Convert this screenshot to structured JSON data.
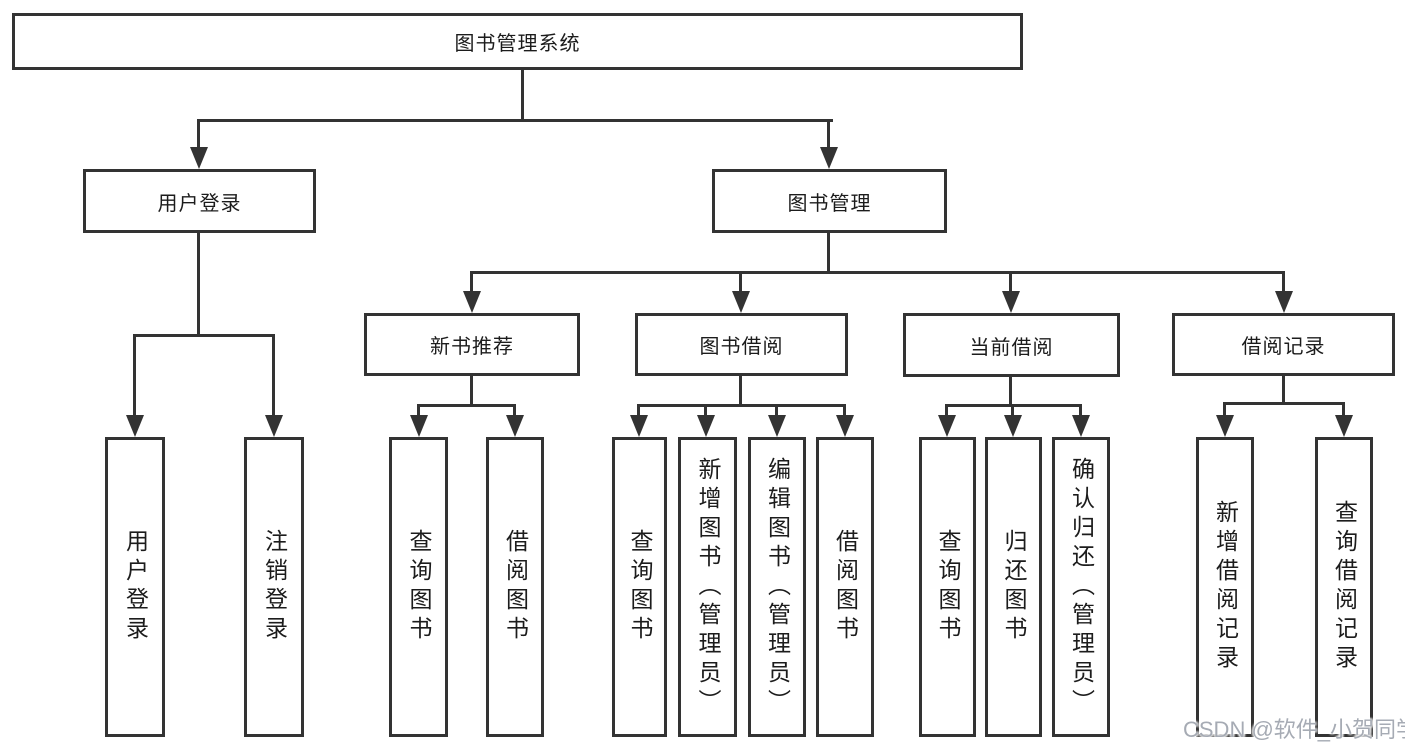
{
  "colors": {
    "line": "#333333",
    "text": "#1c1c1c",
    "watermark": "#a6abb4",
    "background": "#ffffff"
  },
  "watermark": {
    "text": "CSDN @软件_小贺同学"
  },
  "tree": {
    "root": {
      "label": "图书管理系统"
    },
    "branches": [
      {
        "label": "用户登录",
        "children": [
          {
            "label": "用户登录"
          },
          {
            "label": "注销登录"
          }
        ]
      },
      {
        "label": "图书管理",
        "children": [
          {
            "label": "新书推荐",
            "children": [
              {
                "label": "查询图书"
              },
              {
                "label": "借阅图书"
              }
            ]
          },
          {
            "label": "图书借阅",
            "children": [
              {
                "label": "查询图书"
              },
              {
                "label": "新增图书（管理员）"
              },
              {
                "label": "编辑图书（管理员）"
              },
              {
                "label": "借阅图书"
              }
            ]
          },
          {
            "label": "当前借阅",
            "children": [
              {
                "label": "查询图书"
              },
              {
                "label": "归还图书"
              },
              {
                "label": "确认归还（管理员）"
              }
            ]
          },
          {
            "label": "借阅记录",
            "children": [
              {
                "label": "新增借阅记录"
              },
              {
                "label": "查询借阅记录"
              }
            ]
          }
        ]
      }
    ]
  }
}
